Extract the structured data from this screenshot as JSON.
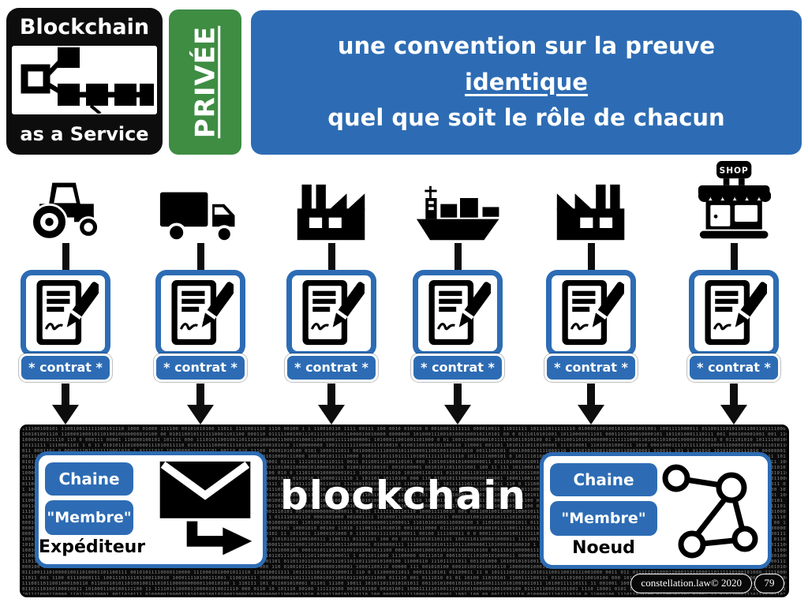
{
  "logo": {
    "title": "Blockchain",
    "subtitle": "as a Service"
  },
  "badge": {
    "label": "PRIVÉE"
  },
  "headline": {
    "line1": "une convention sur la preuve",
    "line2": "identique",
    "line3": "quel que soit le rôle de chacun"
  },
  "actors": [
    {
      "icon": "tractor-icon",
      "contract_label": "* contrat *"
    },
    {
      "icon": "truck-icon",
      "contract_label": "* contrat *"
    },
    {
      "icon": "factory-icon",
      "contract_label": "* contrat *"
    },
    {
      "icon": "cargo-ship-icon",
      "contract_label": "* contrat *"
    },
    {
      "icon": "factory-icon",
      "contract_label": "* contrat *"
    },
    {
      "icon": "shop-icon",
      "contract_label": "* contrat *",
      "sign": "SHOP"
    }
  ],
  "bar": {
    "title": "blockchain",
    "sender_card": {
      "pill1": "Chaine",
      "pill2": "\"Membre\"",
      "role": "Expéditeur"
    },
    "node_card": {
      "pill1": "Chaine",
      "pill2": "\"Membre\"",
      "role": "Noeud"
    }
  },
  "footer": {
    "copyright": "constellation.law© 2020",
    "page": "79"
  },
  "colors": {
    "blue": "#2d6cb4",
    "green": "#3e8d43",
    "bar_black": "#0b0b0b"
  }
}
